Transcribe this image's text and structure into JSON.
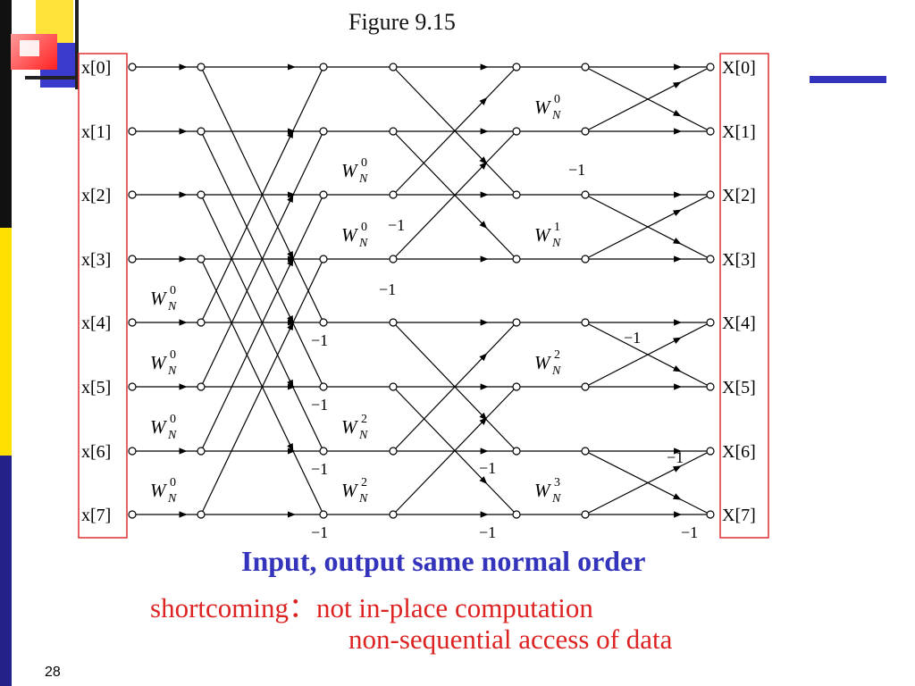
{
  "slide": {
    "figure_title": "Figure 9.15",
    "page_number": "28"
  },
  "colors": {
    "accent_blue": "#3333bb",
    "accent_red": "#dd2222",
    "box_red": "#e03030",
    "left_bar_yellow": "#ffe000",
    "left_bar_black": "#111111",
    "left_bar_navy": "#222288",
    "wire": "#000000"
  },
  "diagram": {
    "inputs": [
      "x[0]",
      "x[1]",
      "x[2]",
      "x[3]",
      "x[4]",
      "x[5]",
      "x[6]",
      "x[7]"
    ],
    "outputs": [
      "X[0]",
      "X[1]",
      "X[2]",
      "X[3]",
      "X[4]",
      "X[5]",
      "X[6]",
      "X[7]"
    ],
    "stage1_twiddles": [
      {
        "row": 4,
        "label": "W",
        "sub": "N",
        "sup": "0"
      },
      {
        "row": 5,
        "label": "W",
        "sub": "N",
        "sup": "0"
      },
      {
        "row": 6,
        "label": "W",
        "sub": "N",
        "sup": "0"
      },
      {
        "row": 7,
        "label": "W",
        "sub": "N",
        "sup": "0"
      }
    ],
    "stage2_twiddles": [
      {
        "row": 2,
        "label": "W",
        "sub": "N",
        "sup": "0"
      },
      {
        "row": 3,
        "label": "W",
        "sub": "N",
        "sup": "0"
      },
      {
        "row": 6,
        "label": "W",
        "sub": "N",
        "sup": "2"
      },
      {
        "row": 7,
        "label": "W",
        "sub": "N",
        "sup": "2"
      }
    ],
    "stage3_twiddles": [
      {
        "row": 1,
        "label": "W",
        "sub": "N",
        "sup": "0"
      },
      {
        "row": 3,
        "label": "W",
        "sub": "N",
        "sup": "1"
      },
      {
        "row": 5,
        "label": "W",
        "sub": "N",
        "sup": "2"
      },
      {
        "row": 7,
        "label": "W",
        "sub": "N",
        "sup": "3"
      }
    ],
    "minus_one": "−1"
  },
  "captions": {
    "main": "Input, output same normal order",
    "shortcoming_prefix": "shortcoming：",
    "shortcoming_1": "not in-place computation",
    "shortcoming_2": "non-sequential access of data"
  }
}
